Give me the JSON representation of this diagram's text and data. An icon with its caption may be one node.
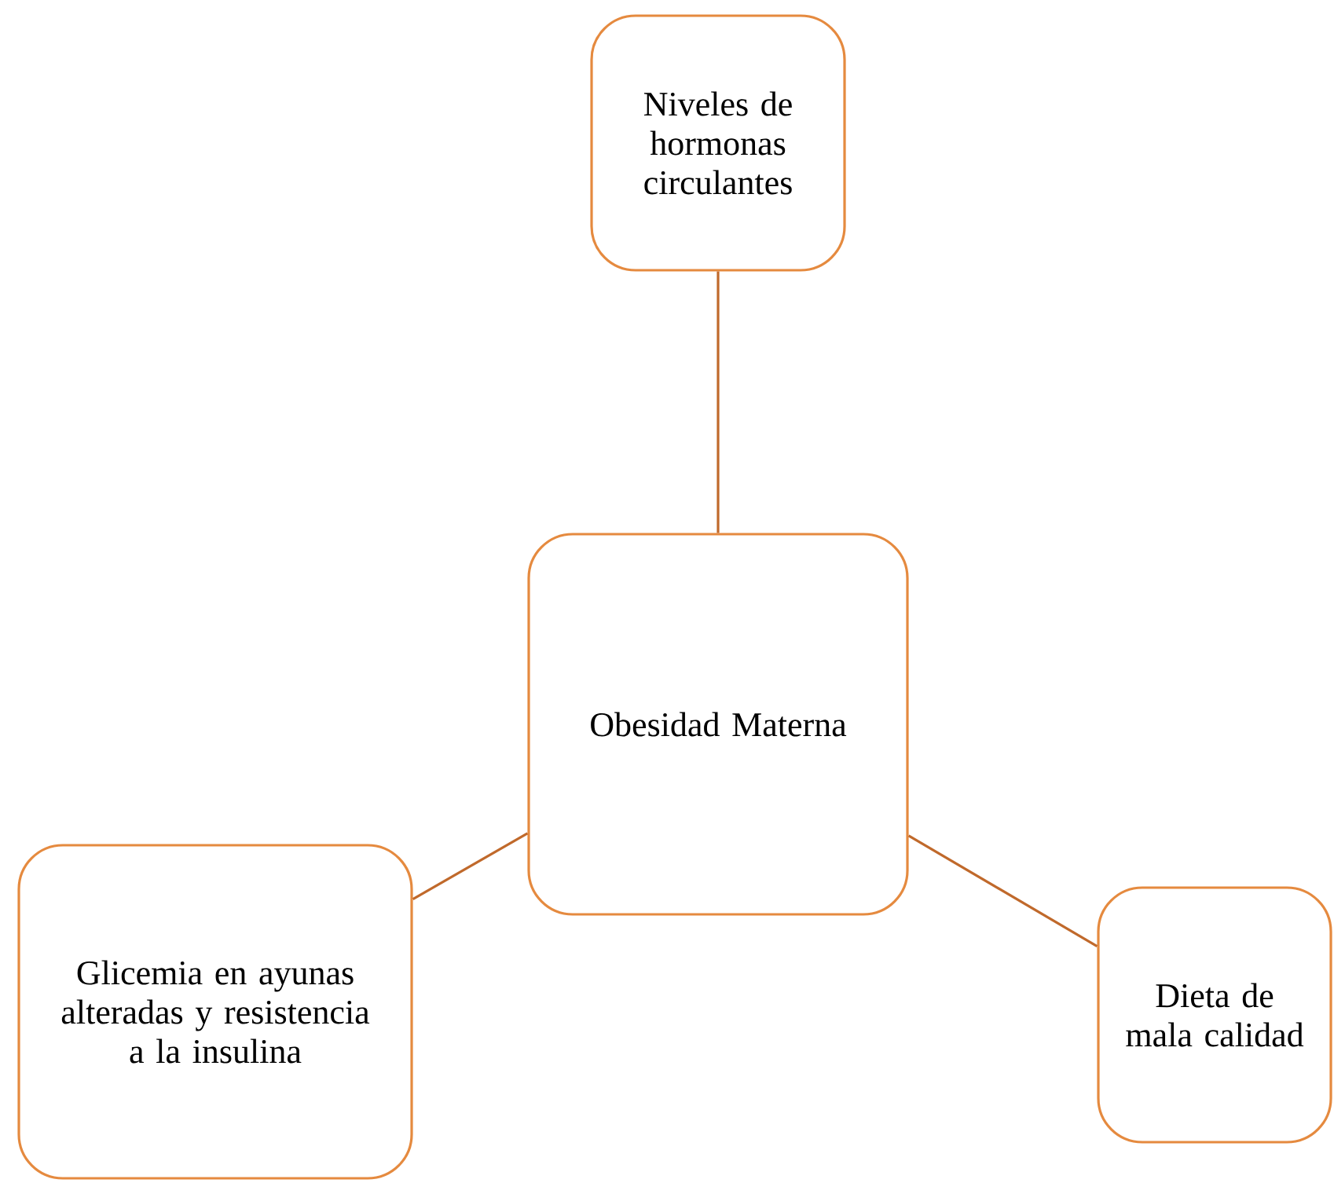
{
  "diagram": {
    "nodes": [
      {
        "text": [
          "Niveles de hormonas circulantes"
        ]
      },
      {
        "text": [
          "Obesidad Materna"
        ]
      },
      {
        "text": [
          "Glicemia en ayunas alteradas y resistencia a la insulina"
        ]
      },
      {
        "text": [
          "Dieta de mala calidad"
        ]
      }
    ],
    "edges": [
      {
        "from": 1,
        "to": 0,
        "arrow": "none"
      },
      {
        "from": 1,
        "to": 2,
        "arrow": "none"
      },
      {
        "from": 1,
        "to": 3,
        "arrow": "none"
      }
    ]
  }
}
